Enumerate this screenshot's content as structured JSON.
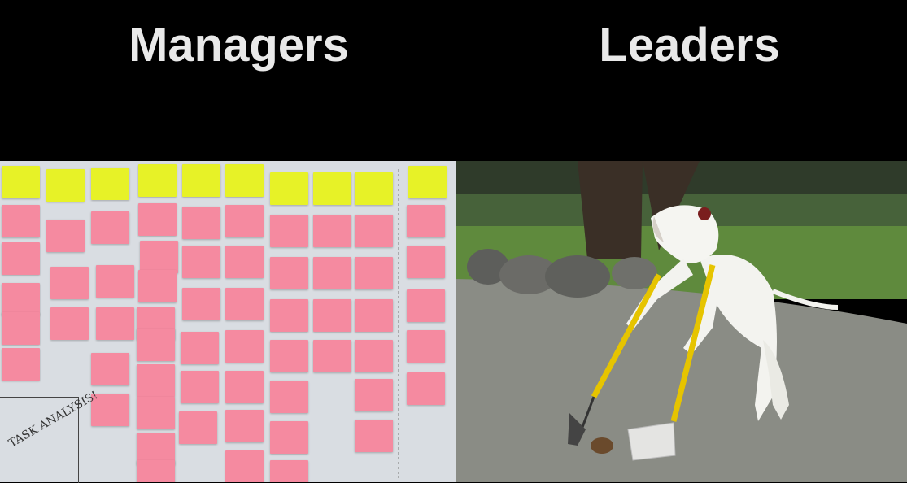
{
  "titles": {
    "left": "Managers",
    "right": "Leaders"
  },
  "board": {
    "handwritten_label": "TASK ANALYSIS!"
  }
}
